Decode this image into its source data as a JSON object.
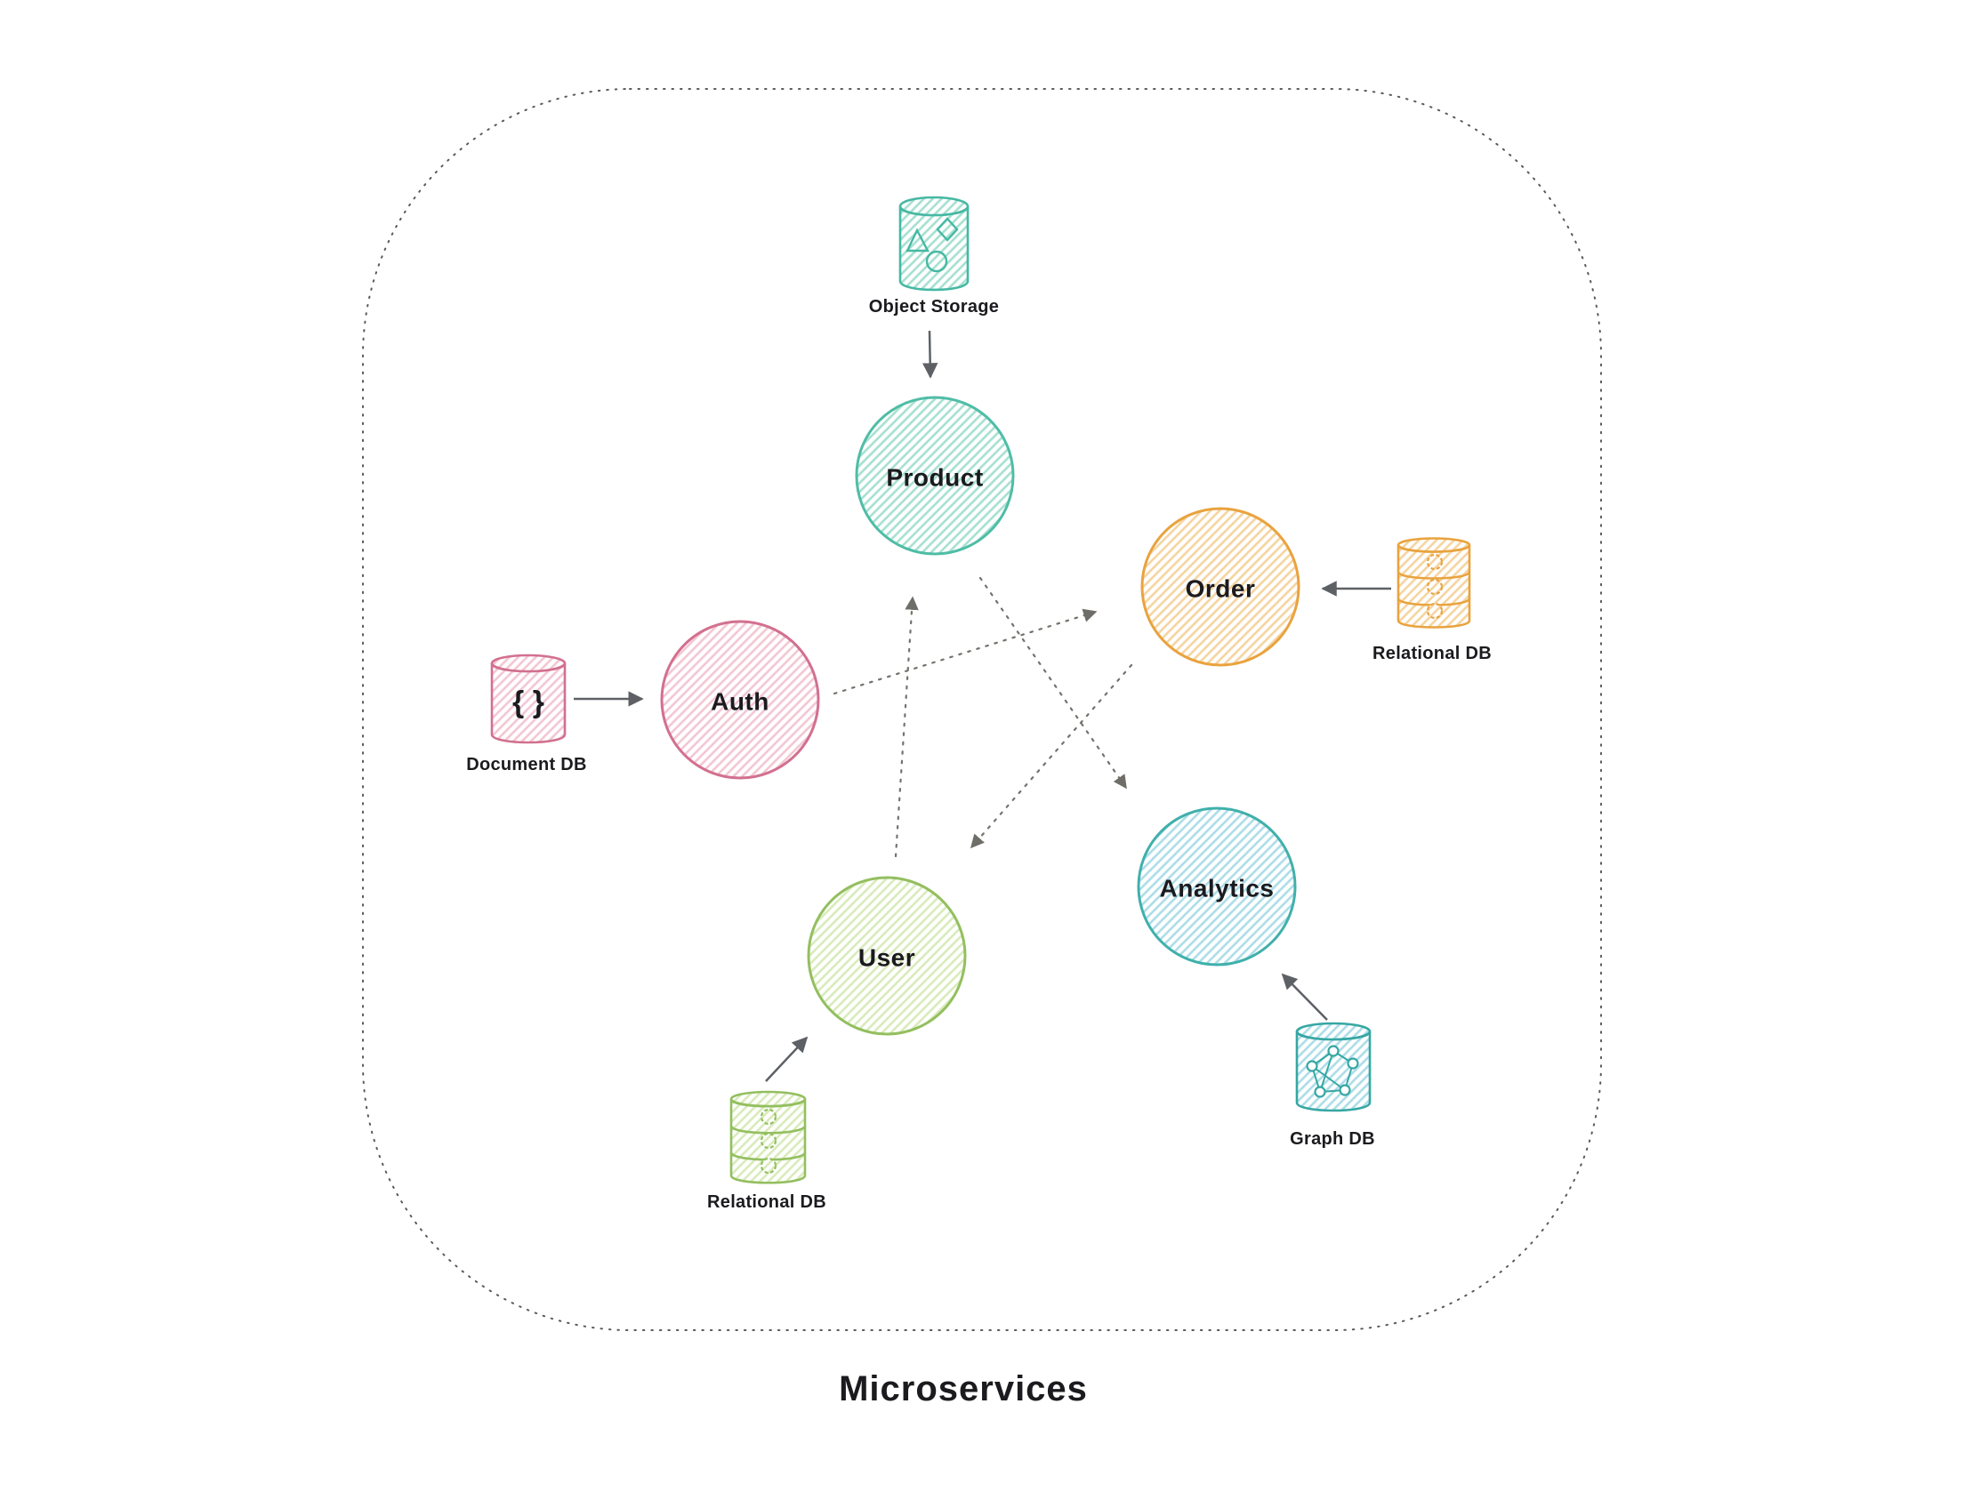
{
  "diagram": {
    "title": "Microservices",
    "services": [
      {
        "id": "product",
        "label": "Product",
        "color": "#4fbda6"
      },
      {
        "id": "order",
        "label": "Order",
        "color": "#e9a33e"
      },
      {
        "id": "auth",
        "label": "Auth",
        "color": "#d2708f"
      },
      {
        "id": "user",
        "label": "User",
        "color": "#93bf5f"
      },
      {
        "id": "analytics",
        "label": "Analytics",
        "color": "#40b0ab"
      }
    ],
    "datastores": [
      {
        "id": "object-storage",
        "label": "Object Storage",
        "kind": "object-storage",
        "color": "#46b8a3"
      },
      {
        "id": "document-db",
        "label": "Document DB",
        "kind": "document",
        "symbol": "{ }",
        "color": "#d2708f"
      },
      {
        "id": "relational-db-order",
        "label": "Relational DB",
        "kind": "relational",
        "color": "#e9a33e"
      },
      {
        "id": "relational-db-user",
        "label": "Relational DB",
        "kind": "relational",
        "color": "#93bf5f"
      },
      {
        "id": "graph-db",
        "label": "Graph DB",
        "kind": "graph",
        "color": "#36a7a3"
      }
    ],
    "edges": [
      {
        "from": "object-storage",
        "to": "product",
        "style": "solid"
      },
      {
        "from": "document-db",
        "to": "auth",
        "style": "solid"
      },
      {
        "from": "relational-db-order",
        "to": "order",
        "style": "solid"
      },
      {
        "from": "relational-db-user",
        "to": "user",
        "style": "solid"
      },
      {
        "from": "graph-db",
        "to": "analytics",
        "style": "solid"
      },
      {
        "from": "auth",
        "to": "order",
        "style": "dashed"
      },
      {
        "from": "user",
        "to": "product",
        "style": "dashed"
      },
      {
        "from": "product",
        "to": "analytics",
        "style": "dashed"
      },
      {
        "from": "order",
        "to": "user",
        "style": "dashed"
      }
    ],
    "colors": {
      "background": "#ffffff",
      "solid_arrow": "#5d6166",
      "dashed_arrow": "#74726c",
      "frame": "#5a5a5a",
      "text": "#1b1b1f"
    }
  }
}
